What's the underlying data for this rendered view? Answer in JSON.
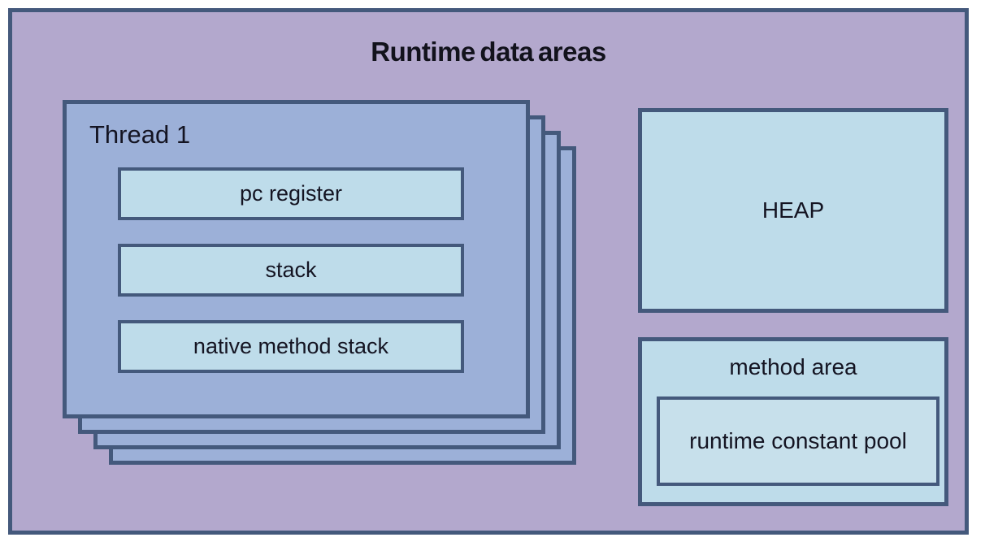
{
  "diagram": {
    "title": "Runtime data areas",
    "background_color": "#b3a8cd",
    "border_color": "#44597c",
    "thread_fill_color": "#9cb0d8",
    "box_fill_color": "#bedcea"
  },
  "threads": {
    "card_count": 4,
    "front_label": "Thread 1",
    "slots": [
      {
        "label": "pc register"
      },
      {
        "label": "stack"
      },
      {
        "label": "native method stack"
      }
    ]
  },
  "right_column": {
    "heap": {
      "label": "HEAP"
    },
    "method_area": {
      "label": "method area",
      "constant_pool": {
        "label": "runtime constant pool"
      }
    }
  }
}
